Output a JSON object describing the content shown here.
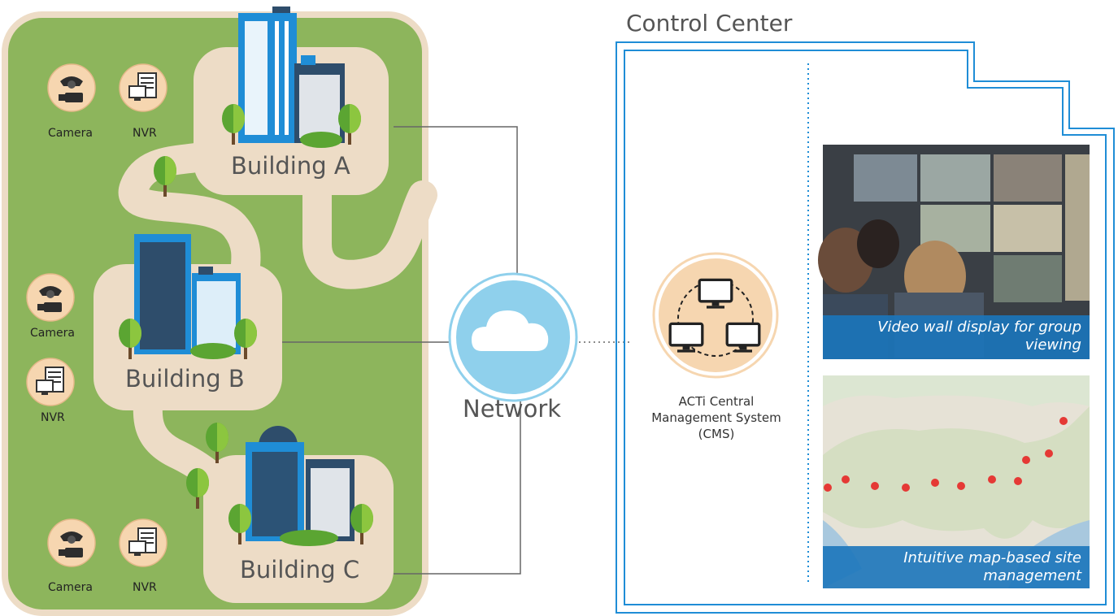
{
  "campus": {
    "buildings": [
      {
        "id": "a",
        "label": "Building A"
      },
      {
        "id": "b",
        "label": "Building B"
      },
      {
        "id": "c",
        "label": "Building C"
      }
    ],
    "device_groups": [
      {
        "camera_label": "Camera",
        "nvr_label": "NVR"
      },
      {
        "camera_label": "Camera",
        "nvr_label": "NVR"
      },
      {
        "camera_label": "Camera",
        "nvr_label": "NVR"
      }
    ]
  },
  "network": {
    "label": "Network"
  },
  "control_center": {
    "title": "Control Center",
    "cms_label": "ACTi Central Management System (CMS)",
    "video_wall_caption": "Video wall display for group viewing",
    "map_caption": "Intuitive map-based site management"
  },
  "colors": {
    "grass": "#8DB55C",
    "path": "#EDDCC6",
    "building_dark": "#2E4D6B",
    "building_blue": "#1F8DD6",
    "cloud_blue": "#8FD0EC",
    "frame_blue": "#1F8DD6",
    "caption_blue": "#1B75BB",
    "tree_green": "#5BA532",
    "device_bg": "#F6D6B0"
  }
}
